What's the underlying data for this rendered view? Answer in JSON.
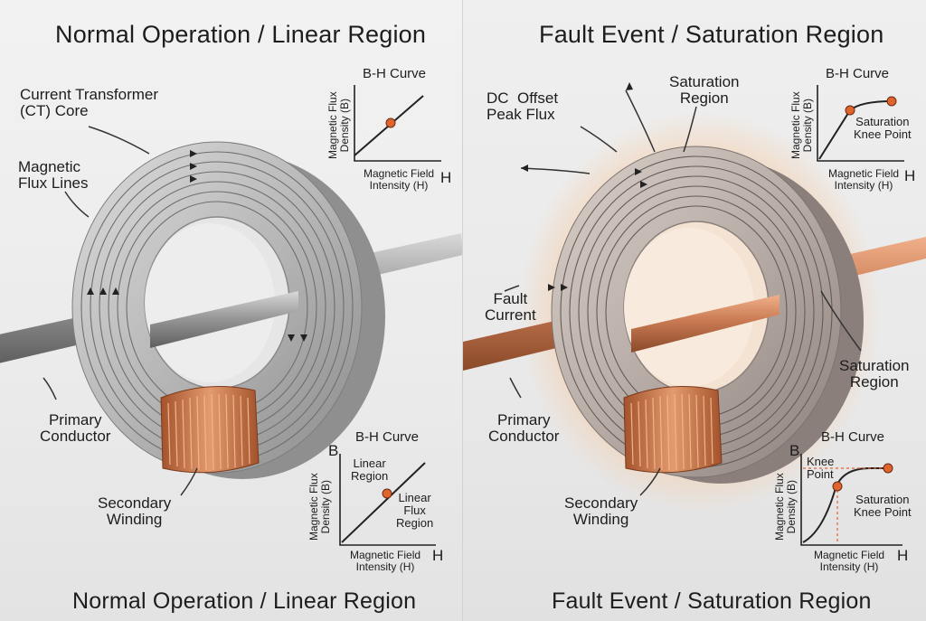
{
  "left": {
    "title_top": "Normal Operation / Linear Region",
    "title_bottom": "Normal Operation / Linear Region",
    "ct_core_label": "Current Transformer\n(CT) Core",
    "flux_lines_label": "Magnetic\nFlux Lines",
    "primary_label": "Primary\nConductor",
    "secondary_label": "Secondary\nWinding",
    "bh_top": {
      "title": "B-H Curve",
      "y_axis": "Magnetic Flux\nDensity (B)",
      "x_axis": "Magnetic Field\nIntensity (H)",
      "h_letter": "H"
    },
    "bh_bottom": {
      "title": "B-H Curve",
      "b_letter": "B",
      "h_letter": "H",
      "y_axis": "Magnetic Flux\nDensity (B)",
      "x_axis": "Magnetic Field\nIntensity (H)",
      "region_label": "Linear\nRegion",
      "flux_label": "Linear\nFlux\nRegion"
    }
  },
  "right": {
    "title_top": "Fault Event / Saturation Region",
    "title_bottom": "Fault Event / Saturation Region",
    "dc_offset_label": "DC  Offset\nPeak Flux",
    "saturation_top_label": "Saturation\nRegion",
    "fault_current_label": "Fault\nCurrent",
    "saturation_side_label": "Saturation\nRegion",
    "primary_label": "Primary\nConductor",
    "secondary_label": "Secondary\nWinding",
    "bh_top": {
      "title": "B-H Curve",
      "y_axis": "Magnetic Flux\nDensity (B)",
      "x_axis": "Magnetic Field\nIntensity (H)",
      "h_letter": "H",
      "knee_label": "Saturation\nKnee Point"
    },
    "bh_bottom": {
      "title": "B-H Curve",
      "b_letter": "B",
      "h_letter": "H",
      "y_axis": "Magnetic Flux\nDensity (B)",
      "x_axis": "Magnetic Field\nIntensity (H)",
      "knee_label": "Knee\nPoint",
      "sat_knee_label": "Saturation\nKnee Point"
    }
  },
  "colors": {
    "steel": "#a9a9a9",
    "copper": "#c8744a",
    "marker": "#e0642d",
    "glow": "#f7c9a0"
  },
  "icons": [
    "arrow-icon",
    "flux-arrow-icon"
  ]
}
